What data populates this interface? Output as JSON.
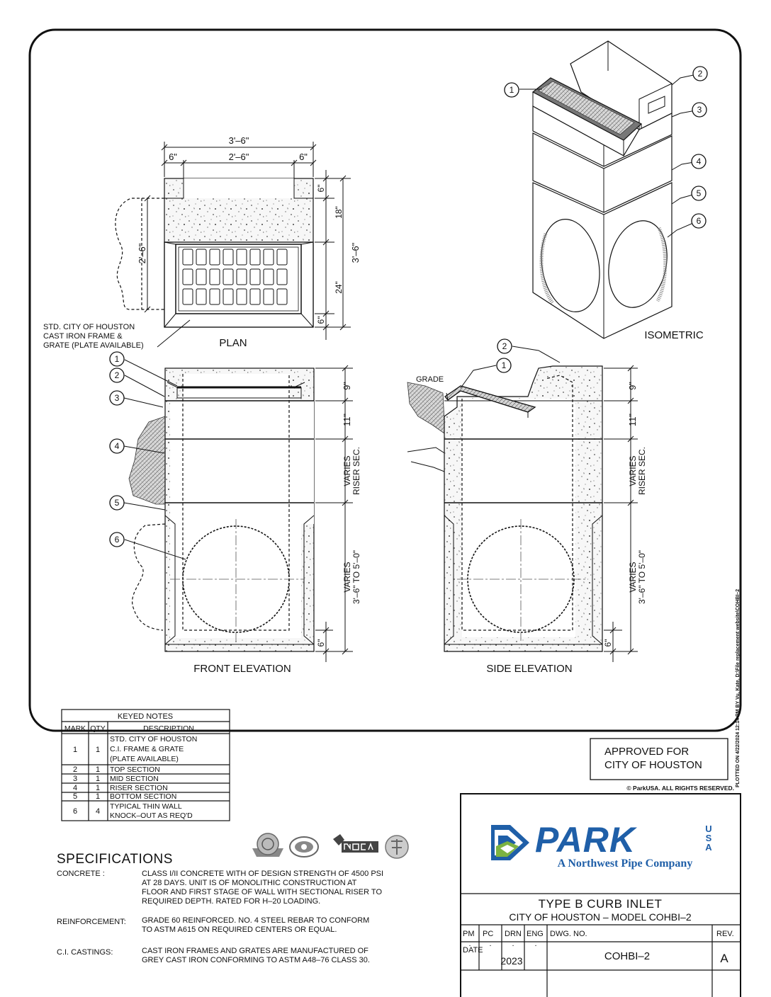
{
  "views": {
    "plan": {
      "title": "PLAN",
      "dim_overall_width": "3'–6\"",
      "dim_left_wall": "6\"",
      "dim_inner_width": "2'–6\"",
      "dim_right_wall": "6\"",
      "dim_right_top": "6\"",
      "dim_right_18": "18\"",
      "dim_right_24": "24\"",
      "dim_right_bottom": "6\"",
      "dim_overall_depth": "3'–6\"",
      "dim_pipe": "2'–6\"",
      "frame_note": [
        "STD. CITY OF HOUSTON",
        "CAST IRON FRAME &",
        "GRATE (PLATE AVAILABLE)"
      ]
    },
    "front_elevation": {
      "title": "FRONT ELEVATION",
      "dim_top": "9\"",
      "dim_mid": "11\"",
      "dim_riser": [
        "VARIES",
        "RISER SEC."
      ],
      "dim_bottom_varies": [
        "VARIES",
        "3'–6\" TO 5'–0\""
      ],
      "dim_floor": "6\""
    },
    "side_elevation": {
      "title": "SIDE ELEVATION",
      "grade_label": "GRADE",
      "dim_top": "9\"",
      "dim_mid": "11\"",
      "dim_riser": [
        "VARIES",
        "RISER SEC."
      ],
      "dim_bottom_varies": [
        "VARIES",
        "3'–6\" TO 5'–0\""
      ],
      "dim_floor": "6\""
    },
    "isometric": {
      "title": "ISOMETRIC"
    }
  },
  "callouts": [
    "1",
    "2",
    "3",
    "4",
    "5",
    "6"
  ],
  "keyed_notes": {
    "title": "KEYED NOTES",
    "headers": [
      "MARK",
      "QTY",
      "DESCRIPTION"
    ],
    "rows": [
      {
        "mark": "1",
        "qty": "1",
        "desc": [
          "STD. CITY OF HOUSTON",
          "C.I. FRAME & GRATE",
          "(PLATE AVAILABLE)"
        ]
      },
      {
        "mark": "2",
        "qty": "1",
        "desc": [
          "TOP SECTION"
        ]
      },
      {
        "mark": "3",
        "qty": "1",
        "desc": [
          "MID SECTION"
        ]
      },
      {
        "mark": "4",
        "qty": "1",
        "desc": [
          "RISER SECTION"
        ]
      },
      {
        "mark": "5",
        "qty": "1",
        "desc": [
          "BOTTOM SECTION"
        ]
      },
      {
        "mark": "6",
        "qty": "4",
        "desc": [
          "TYPICAL THIN WALL",
          "KNOCK–OUT AS REQ'D"
        ]
      }
    ]
  },
  "specifications": {
    "title": "SPECIFICATIONS",
    "items": [
      {
        "label": "CONCRETE :",
        "lines": [
          "CLASS I/II CONCRETE WITH OF DESIGN STRENGTH OF 4500 PSI",
          "AT 28 DAYS.  UNIT IS OF MONOLITHIC CONSTRUCTION AT",
          "FLOOR AND FIRST STAGE OF WALL WITH SECTIONAL RISER TO",
          "REQUIRED DEPTH.  RATED FOR H–20 LOADING."
        ]
      },
      {
        "label": "REINFORCEMENT:",
        "lines": [
          "GRADE 60 REINFORCED.  NO. 4 STEEL REBAR TO CONFORM",
          "TO ASTM A615 ON REQUIRED CENTERS OR EQUAL."
        ]
      },
      {
        "label": "C.I. CASTINGS:",
        "lines": [
          "CAST IRON FRAMES AND GRATES ARE MANUFACTURED  OF",
          "GREY CAST IRON CONFORMING TO ASTM A48–76 CLASS 30."
        ]
      }
    ]
  },
  "approval": [
    "APPROVED FOR",
    "CITY OF HOUSTON"
  ],
  "copyright": "© ParkUSA. ALL RIGHTS RESERVED.",
  "plot_stamp": "PLOTTED ON 4/22/2024 12:14 PM BY Vu, Kate, D:\\File replacement website\\COHBI–2",
  "title_block": {
    "logo_text": "PARK",
    "logo_usa": [
      "U",
      "S",
      "A"
    ],
    "company": "A Northwest Pipe Company",
    "title": "TYPE B CURB INLET",
    "subtitle": "CITY OF HOUSTON – MODEL COHBI–2",
    "roles": [
      "PM",
      "PC",
      "DRN",
      "ENG"
    ],
    "role_values": [
      ".",
      ".",
      ".",
      "."
    ],
    "dwg_label": "DWG. NO.",
    "dwg_no": "COHBI–2",
    "rev_label": "REV.",
    "rev": "A",
    "date_label": "DATE",
    "date": "2023"
  },
  "colors": {
    "brand_blue": "#1f5fa8",
    "brand_green": "#7cb342",
    "ink": "#111111"
  }
}
